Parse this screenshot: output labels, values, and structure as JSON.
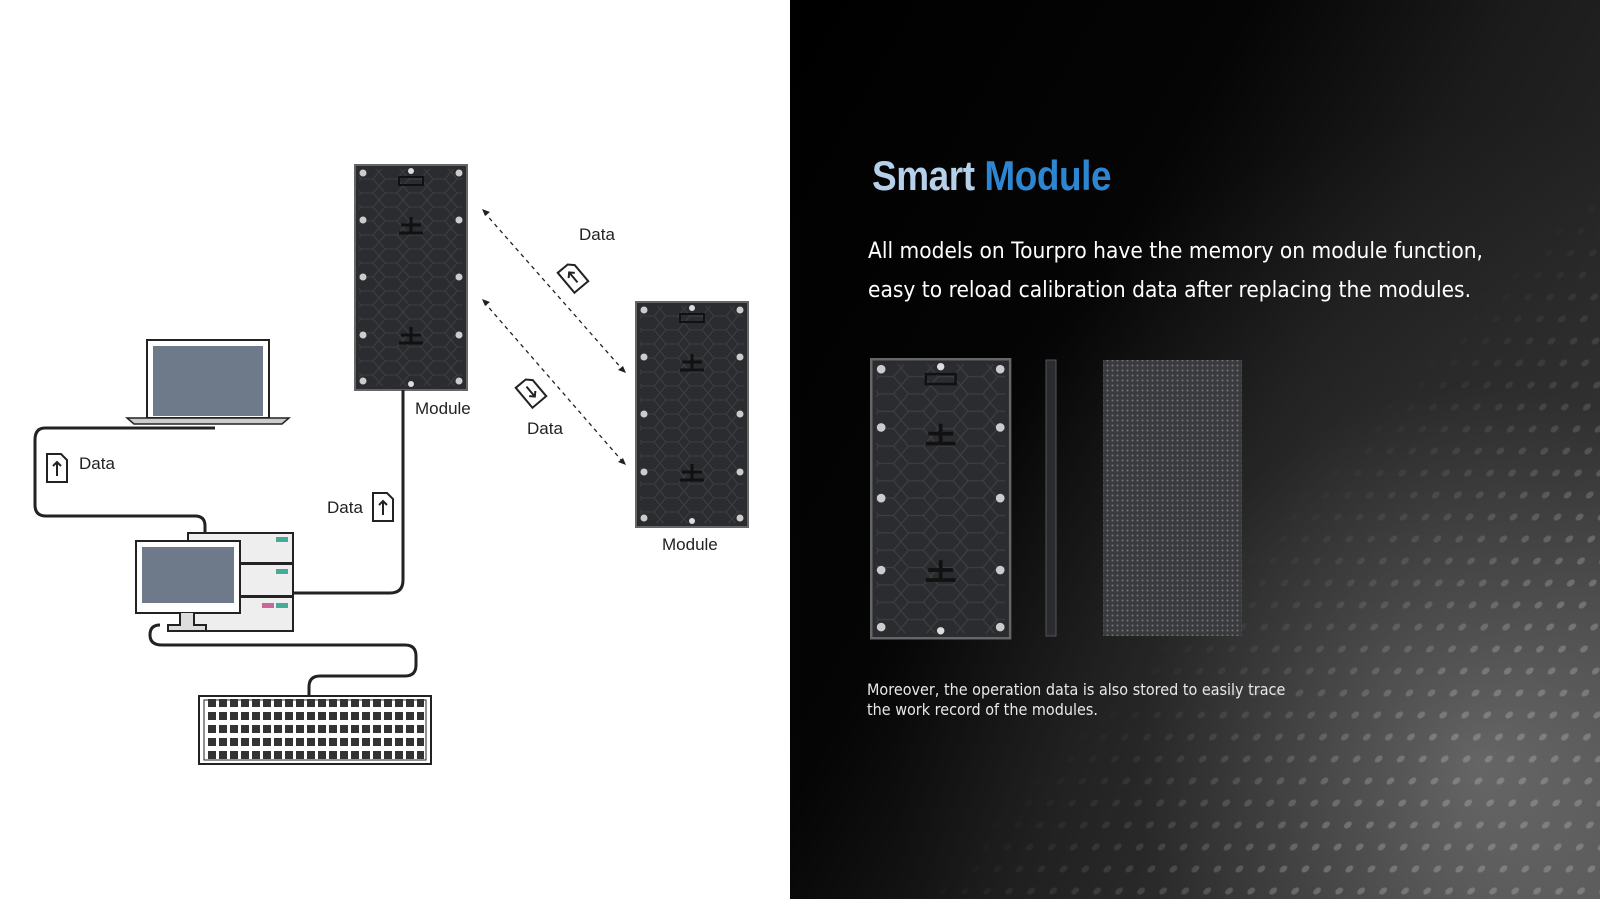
{
  "diagram": {
    "module_labels": [
      "Module",
      "Module"
    ],
    "data_labels": [
      "Data",
      "Data",
      "Data",
      "Data"
    ]
  },
  "panel": {
    "title_word1": "Smart",
    "title_word2": "Module",
    "description": "All models on Tourpro have the memory on module function, easy to reload calibration data after replacing the modules.",
    "note": "Moreover, the operation data is also stored to easily trace the work record of the modules.",
    "colors": {
      "title_light": "#b6d0ea",
      "title_blue": "#2f86d0"
    }
  }
}
